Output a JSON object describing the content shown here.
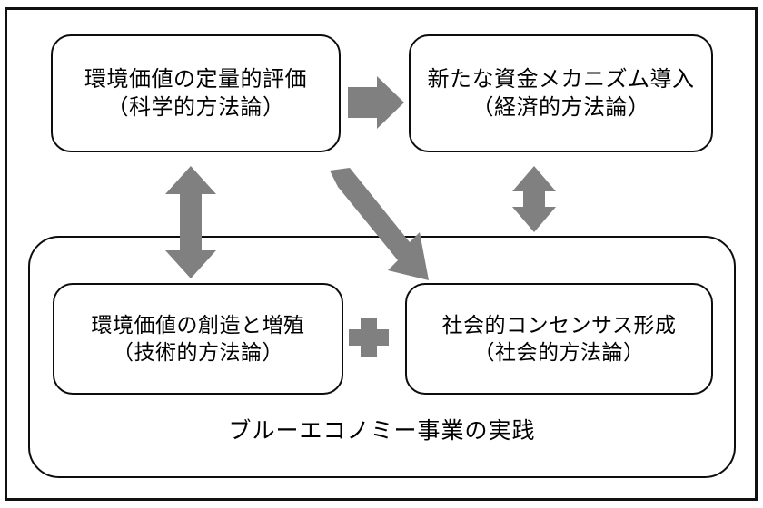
{
  "diagram": {
    "title_caption": "ブルーエコノミー事業の実践",
    "colors": {
      "arrow_gray": "#808080",
      "border_black": "#0d0d0d",
      "background": "#ffffff"
    },
    "nodes": [
      {
        "id": "quantitative-evaluation",
        "line1": "環境価値の定量的評価",
        "line2": "（科学的方法論）"
      },
      {
        "id": "new-funding-mechanism",
        "line1": "新たな資金メカニズム導入",
        "line2": "（経済的方法論）"
      },
      {
        "id": "value-creation",
        "line1": "環境価値の創造と増殖",
        "line2": "（技術的方法論）"
      },
      {
        "id": "social-consensus",
        "line1": "社会的コンセンサス形成",
        "line2": "（社会的方法論）"
      }
    ],
    "connectors": [
      {
        "id": "arrow-quant-to-finance",
        "kind": "single-arrow-right",
        "from": "quantitative-evaluation",
        "to": "new-funding-mechanism"
      },
      {
        "id": "arrow-quant-to-creation",
        "kind": "double-arrow-vertical",
        "from": "quantitative-evaluation",
        "to": "value-creation"
      },
      {
        "id": "arrow-finance-to-consensus",
        "kind": "double-arrow-vertical",
        "from": "new-funding-mechanism",
        "to": "social-consensus"
      },
      {
        "id": "arrow-quant-to-consensus",
        "kind": "single-arrow-diagonal",
        "from": "quantitative-evaluation",
        "to": "social-consensus"
      },
      {
        "id": "plus-operator",
        "kind": "plus-sign",
        "label": "＋"
      }
    ]
  }
}
